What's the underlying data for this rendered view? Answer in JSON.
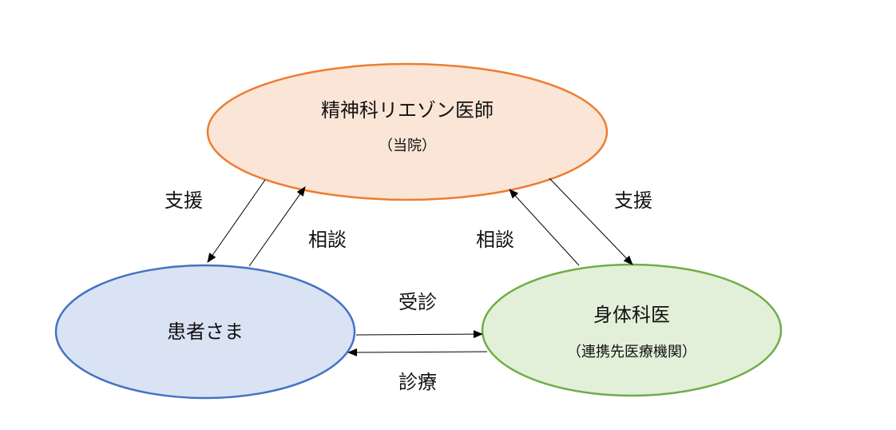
{
  "nodes": {
    "liaison": {
      "title": "精神科リエゾン医師",
      "subtitle": "（当院）",
      "fill": "#fbe5d6",
      "stroke": "#ed7d31"
    },
    "patient": {
      "title": "患者さま",
      "fill": "#dae3f3",
      "stroke": "#4472c4"
    },
    "physician": {
      "title": "身体科医",
      "subtitle": "（連携先医療機関）",
      "fill": "#e2f0d9",
      "stroke": "#70ad47"
    }
  },
  "edges": {
    "support_left": "支援",
    "consult_left": "相談",
    "consult_right": "相談",
    "support_right": "支援",
    "visit": "受診",
    "treatment": "診療"
  }
}
